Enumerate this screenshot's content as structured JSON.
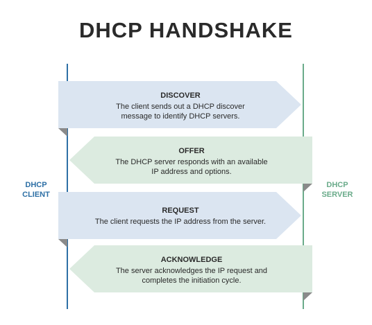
{
  "title": "DHCP HANDSHAKE",
  "client_label_line1": "DHCP",
  "client_label_line2": "CLIENT",
  "server_label_line1": "DHCP",
  "server_label_line2": "SERVER",
  "colors": {
    "client_line": "#2d6fa5",
    "server_line": "#6aab8a",
    "client_arrow_fill": "#dbe5f1",
    "server_arrow_fill": "#dcebe0",
    "fold": "#8a8a8a"
  },
  "steps": [
    {
      "title": "DISCOVER",
      "description": "The client sends out a DHCP discover message to identify DHCP servers.",
      "direction": "client-to-server"
    },
    {
      "title": "OFFER",
      "description": "The DHCP server responds with an available IP address and options.",
      "direction": "server-to-client"
    },
    {
      "title": "REQUEST",
      "description": "The client requests the IP address from the server.",
      "direction": "client-to-server"
    },
    {
      "title": "ACKNOWLEDGE",
      "description": "The server acknowledges the IP request and completes the initiation cycle.",
      "direction": "server-to-client"
    }
  ]
}
